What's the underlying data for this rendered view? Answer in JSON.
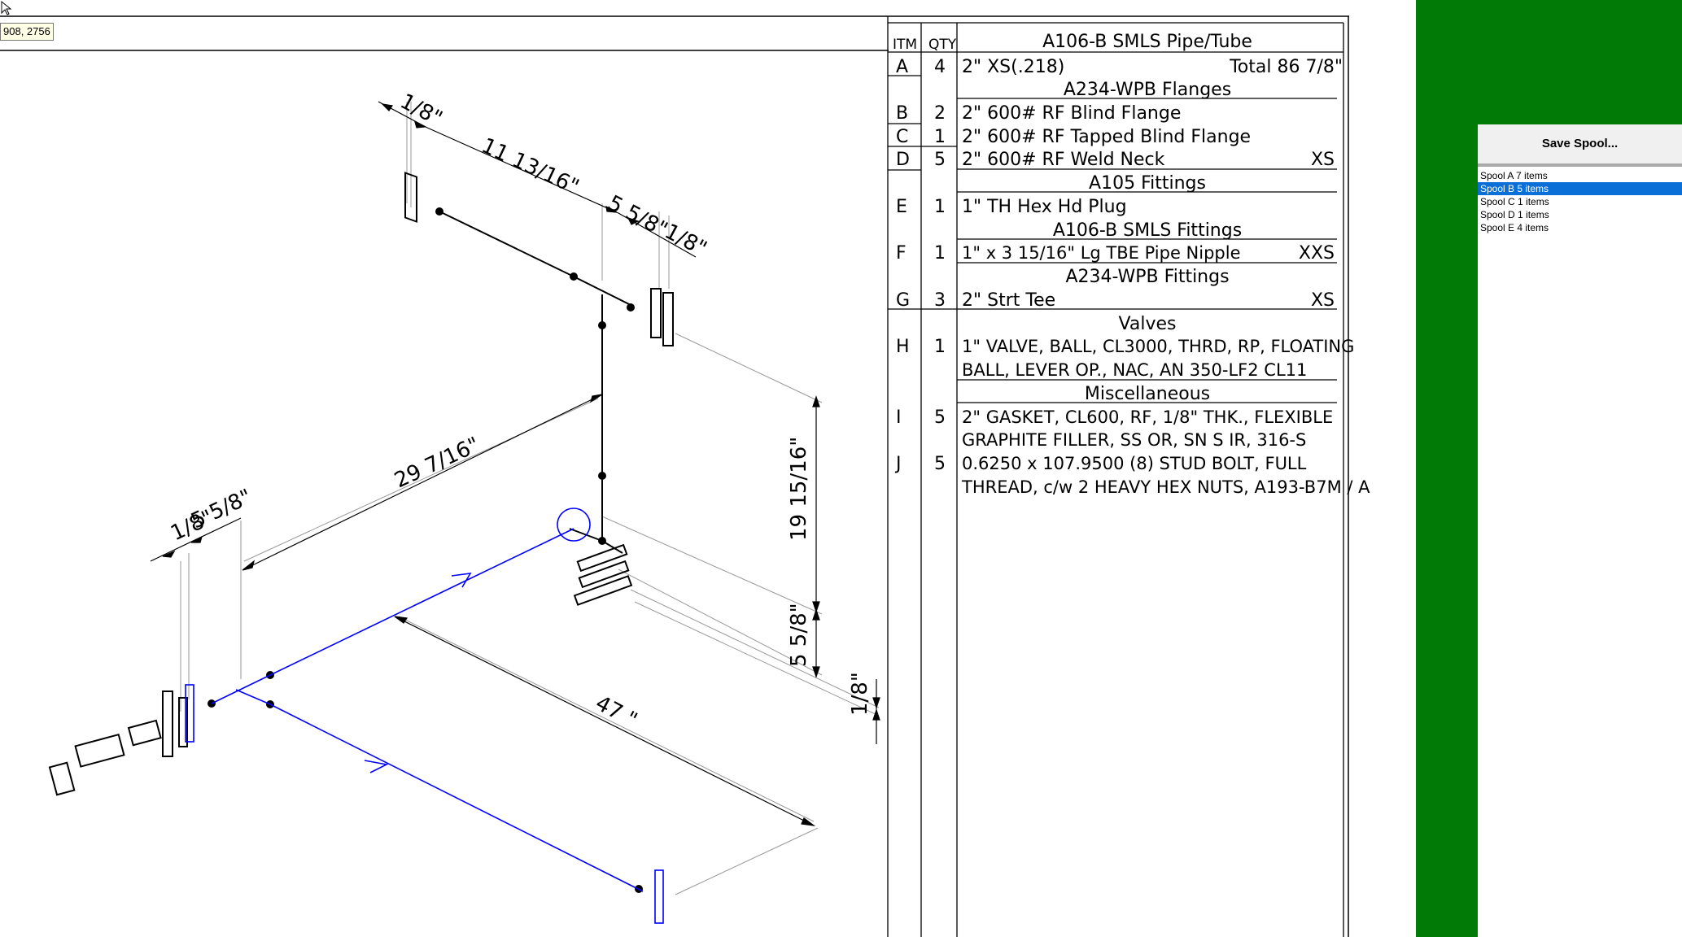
{
  "coord_tooltip": "908, 2756",
  "right_panel": {
    "save_button_label": "Save Spool...",
    "spools": [
      {
        "label": "Spool A  7 items",
        "selected": false
      },
      {
        "label": "Spool B  5 items",
        "selected": true
      },
      {
        "label": "Spool C  1 items",
        "selected": false
      },
      {
        "label": "Spool D  1 items",
        "selected": false
      },
      {
        "label": "Spool E  4 items",
        "selected": false
      }
    ]
  },
  "colors": {
    "spool_highlight": "#0000ff",
    "panel_green": "#027a06",
    "selection_blue": "#0a6fd6"
  },
  "bom": {
    "headers": {
      "item": "ITM",
      "qty": "QTY"
    },
    "sections": [
      {
        "title": "A106-B SMLS Pipe/Tube",
        "rows": [
          {
            "item": "A",
            "qty": "4",
            "desc": "2\" XS(.218)",
            "spec": "Total 86 7/8\""
          }
        ]
      },
      {
        "title": "A234-WPB Flanges",
        "rows": [
          {
            "item": "B",
            "qty": "2",
            "desc": "2\" 600# RF Blind Flange",
            "spec": ""
          },
          {
            "item": "C",
            "qty": "1",
            "desc": "2\" 600# RF Tapped Blind Flange",
            "spec": ""
          },
          {
            "item": "D",
            "qty": "5",
            "desc": "2\" 600# RF Weld Neck",
            "spec": "XS"
          }
        ]
      },
      {
        "title": "A105 Fittings",
        "rows": [
          {
            "item": "E",
            "qty": "1",
            "desc": "1\" TH Hex Hd Plug",
            "spec": ""
          }
        ]
      },
      {
        "title": "A106-B SMLS Fittings",
        "rows": [
          {
            "item": "F",
            "qty": "1",
            "desc": "1\" x 3 15/16\" Lg TBE Pipe Nipple",
            "spec": "XXS"
          }
        ]
      },
      {
        "title": "A234-WPB Fittings",
        "rows": [
          {
            "item": "G",
            "qty": "3",
            "desc": "2\" Strt Tee",
            "spec": "XS"
          }
        ]
      },
      {
        "title": "Valves",
        "rows": [
          {
            "item": "H",
            "qty": "1",
            "desc": "1\" VALVE, BALL, CL3000, THRD, RP, FLOATING",
            "desc2": "BALL, LEVER OP., NAC, AN 350-LF2 CL11",
            "spec": ""
          }
        ]
      },
      {
        "title": "Miscellaneous",
        "rows": [
          {
            "item": "I",
            "qty": "5",
            "desc": "2\" GASKET, CL600, RF, 1/8\" THK., FLEXIBLE",
            "desc2": "GRAPHITE FILLER, SS OR, SN S IR, 316-S",
            "spec": ""
          },
          {
            "item": "J",
            "qty": "5",
            "desc": "0.6250 x 107.9500 (8) STUD BOLT, FULL",
            "desc2": "THREAD, c/w 2 HEAVY HEX NUTS, A193-B7M / A",
            "spec": ""
          }
        ]
      }
    ]
  },
  "dimensions": {
    "top_gap": "1/8\"",
    "top_run": "11 13/16\"",
    "top_right": "5 5/8\"",
    "top_right_gap": "1/8\"",
    "diag_29": "29 7/16\"",
    "vert_19": "19 15/16\"",
    "vert_5": "5 5/8\"",
    "vert_gap": "1/8\"",
    "left_gap": "1/8\"",
    "left_5": "5 5/8\"",
    "bottom_47": "47 \""
  }
}
